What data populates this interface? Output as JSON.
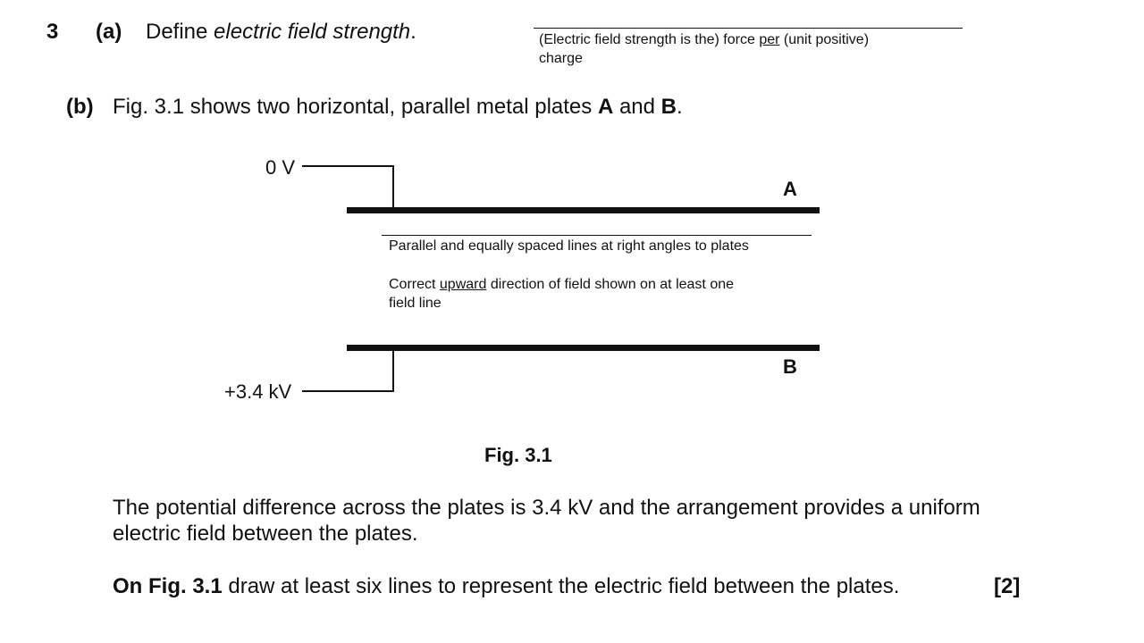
{
  "question": {
    "number": "3",
    "part_a": {
      "label": "(a)",
      "prompt_start": "Define ",
      "prompt_term": "electric field strength",
      "prompt_end": ".",
      "answer_line1_pre": "(Electric field strength is the) force ",
      "answer_line1_underlined": "per",
      "answer_line1_post": " (unit positive)",
      "answer_line2": "charge"
    },
    "part_b": {
      "label": "(b)",
      "intro_pre": "Fig. 3.1 shows two horizontal, parallel metal plates ",
      "plate_a": "A",
      "intro_and": " and ",
      "plate_b": "B",
      "intro_end": ".",
      "figure": {
        "top_voltage": "0 V",
        "bottom_voltage": "+3.4 kV",
        "plate_a_label": "A",
        "plate_b_label": "B",
        "mark_1": "Parallel and equally spaced lines at right angles to plates",
        "mark_2_pre": "Correct ",
        "mark_2_underlined": "upward",
        "mark_2_post": " direction of field shown on at least one",
        "mark_2_line2": "field line",
        "caption": "Fig. 3.1"
      },
      "para_line1": "The potential difference across the plates is 3.4 kV and the arrangement provides a uniform",
      "para_line2": "electric field between the plates.",
      "instruction_bold": "On Fig. 3.1",
      "instruction_rest": " draw at least six lines to represent the electric field between the plates.",
      "marks": "[2]"
    }
  }
}
